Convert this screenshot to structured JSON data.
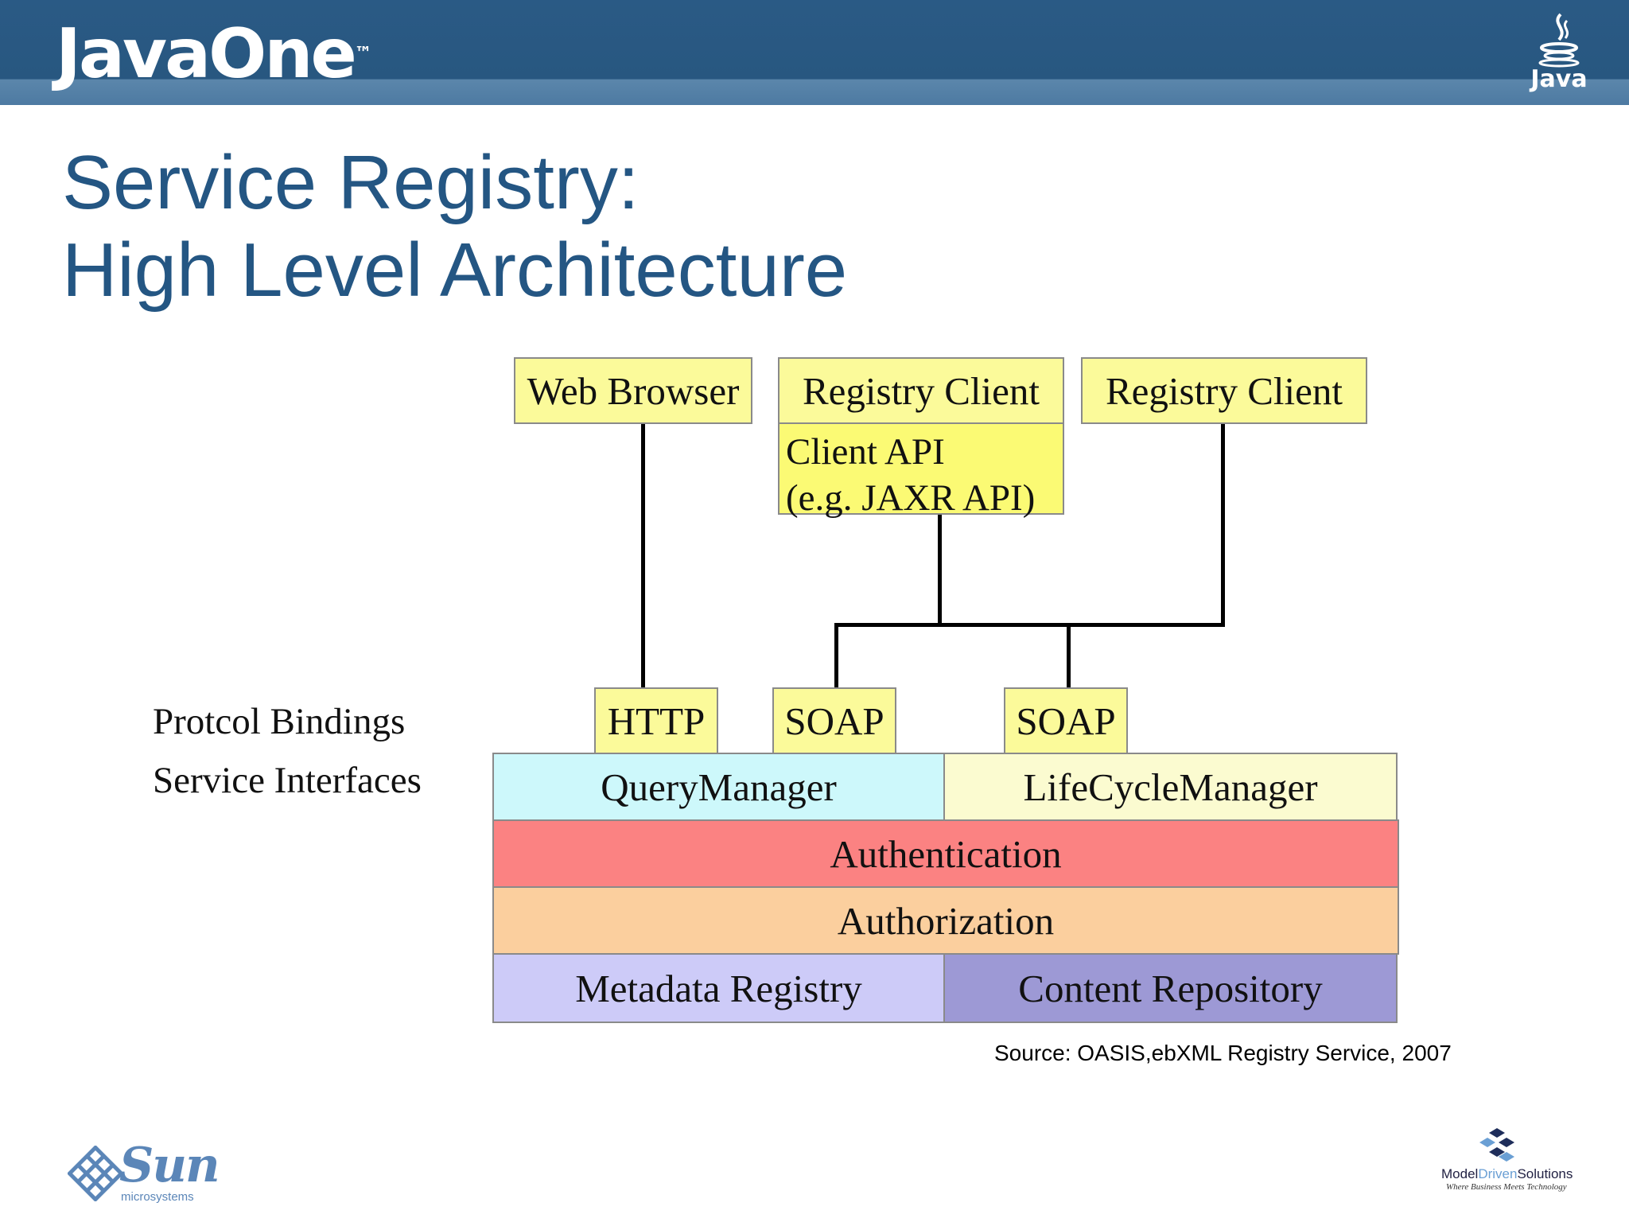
{
  "header": {
    "brand": "JavaOne",
    "brand_tm": "™",
    "java_label": "Java"
  },
  "title": {
    "line1": "Service Registry:",
    "line2": "High Level Architecture"
  },
  "diagram": {
    "clients": {
      "web_browser": "Web Browser",
      "registry_client_1": "Registry Client",
      "client_api_line1": "Client API",
      "client_api_line2": "(e.g. JAXR API)",
      "registry_client_2": "Registry Client"
    },
    "bindings": {
      "http": "HTTP",
      "soap_1": "SOAP",
      "soap_2": "SOAP"
    },
    "side_labels": {
      "protocol_bindings": "Protcol Bindings",
      "service_interfaces": "Service Interfaces"
    },
    "layers": {
      "query_manager": "QueryManager",
      "lifecycle_manager": "LifeCycleManager",
      "authentication": "Authentication",
      "authorization": "Authorization",
      "metadata_registry": "Metadata Registry",
      "content_repository": "Content Repository"
    },
    "colors": {
      "client_box": "#fbfa9a",
      "query_manager": "#cdf8fb",
      "lifecycle_manager": "#fbfbd0",
      "authentication": "#fb8282",
      "authorization": "#fbcf9e",
      "metadata_registry": "#cdcbf8",
      "content_repository": "#9d99d5"
    }
  },
  "source": "Source: OASIS,ebXML Registry Service, 2007",
  "footer": {
    "sun_brand": "Sun",
    "sun_sub": "microsystems",
    "mds_model": "Model",
    "mds_driven": "Driven",
    "mds_solutions": "Solutions",
    "mds_tagline": "Where Business Meets Technology"
  }
}
